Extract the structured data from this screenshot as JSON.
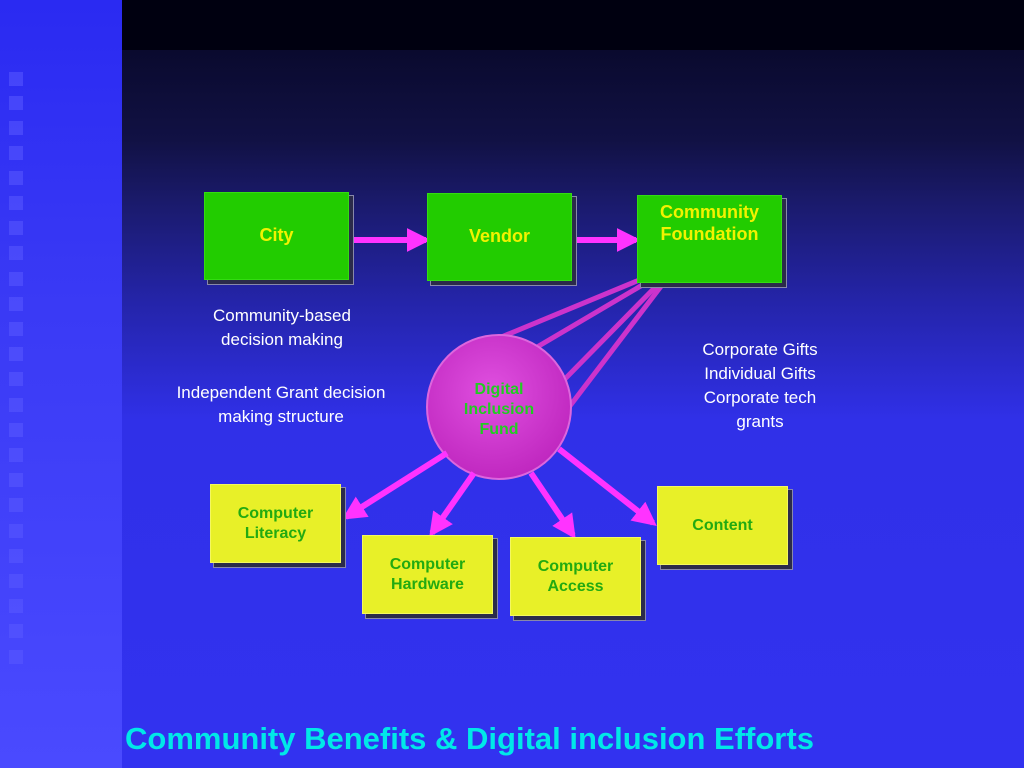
{
  "title": "Community Benefits & Digital inclusion Efforts",
  "top_row": {
    "city": "City",
    "vendor": "Vendor",
    "foundation": "Community Foundation"
  },
  "fund": {
    "line1": "Digital",
    "line2": "Inclusion",
    "line3": "Fund"
  },
  "outcomes": {
    "literacy": "Computer Literacy",
    "hardware": "Computer Hardware",
    "access": "Computer Access",
    "content": "Content"
  },
  "notes": {
    "community_line1": "Community-based",
    "community_line2": "decision making",
    "grant_line1": "Independent Grant decision",
    "grant_line2": "making structure",
    "sources_line1": "Corporate Gifts",
    "sources_line2": "Individual Gifts",
    "sources_line3": "Corporate tech",
    "sources_line4": "grants"
  },
  "colors": {
    "green_box": "#22cc00",
    "yellow_box": "#e8f028",
    "magenta": "#cc33cc",
    "arrow": "#ff33ff",
    "title": "#00e8e8"
  }
}
